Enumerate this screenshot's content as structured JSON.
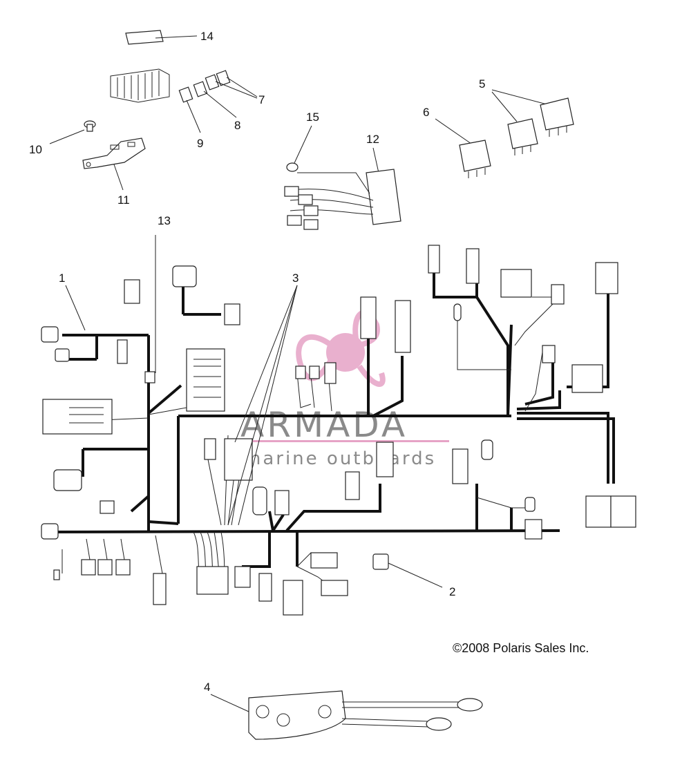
{
  "callouts": {
    "c1": "1",
    "c2": "2",
    "c3": "3",
    "c4": "4",
    "c5": "5",
    "c6": "6",
    "c7": "7",
    "c8": "8",
    "c9": "9",
    "c10": "10",
    "c11": "11",
    "c12": "12",
    "c13": "13",
    "c14": "14",
    "c15": "15"
  },
  "copyright": "©2008 Polaris Sales Inc.",
  "watermark": {
    "title": "ARMADA",
    "subtitle": "marine outboards",
    "color": "#e6a3c6"
  }
}
